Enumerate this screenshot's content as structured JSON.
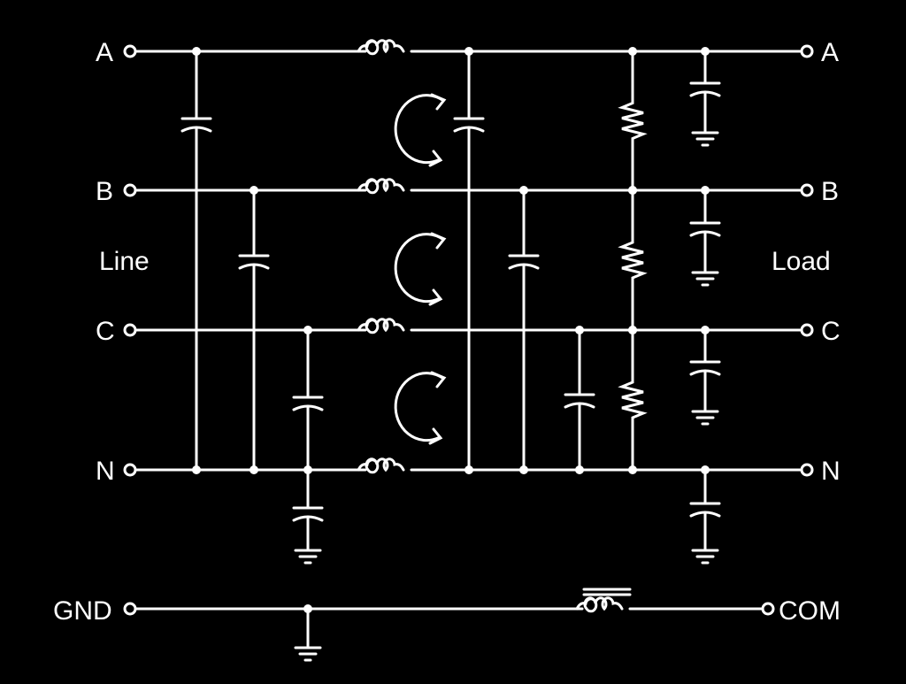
{
  "diagram": {
    "title_side_left": "Line",
    "title_side_right": "Load",
    "line_terminals": [
      "A",
      "B",
      "C",
      "N"
    ],
    "load_terminals": [
      "A",
      "B",
      "C",
      "N"
    ],
    "ground_terminal": "GND",
    "common_terminal": "COM",
    "colors": {
      "background": "#000000",
      "foreground": "#ffffff"
    }
  }
}
